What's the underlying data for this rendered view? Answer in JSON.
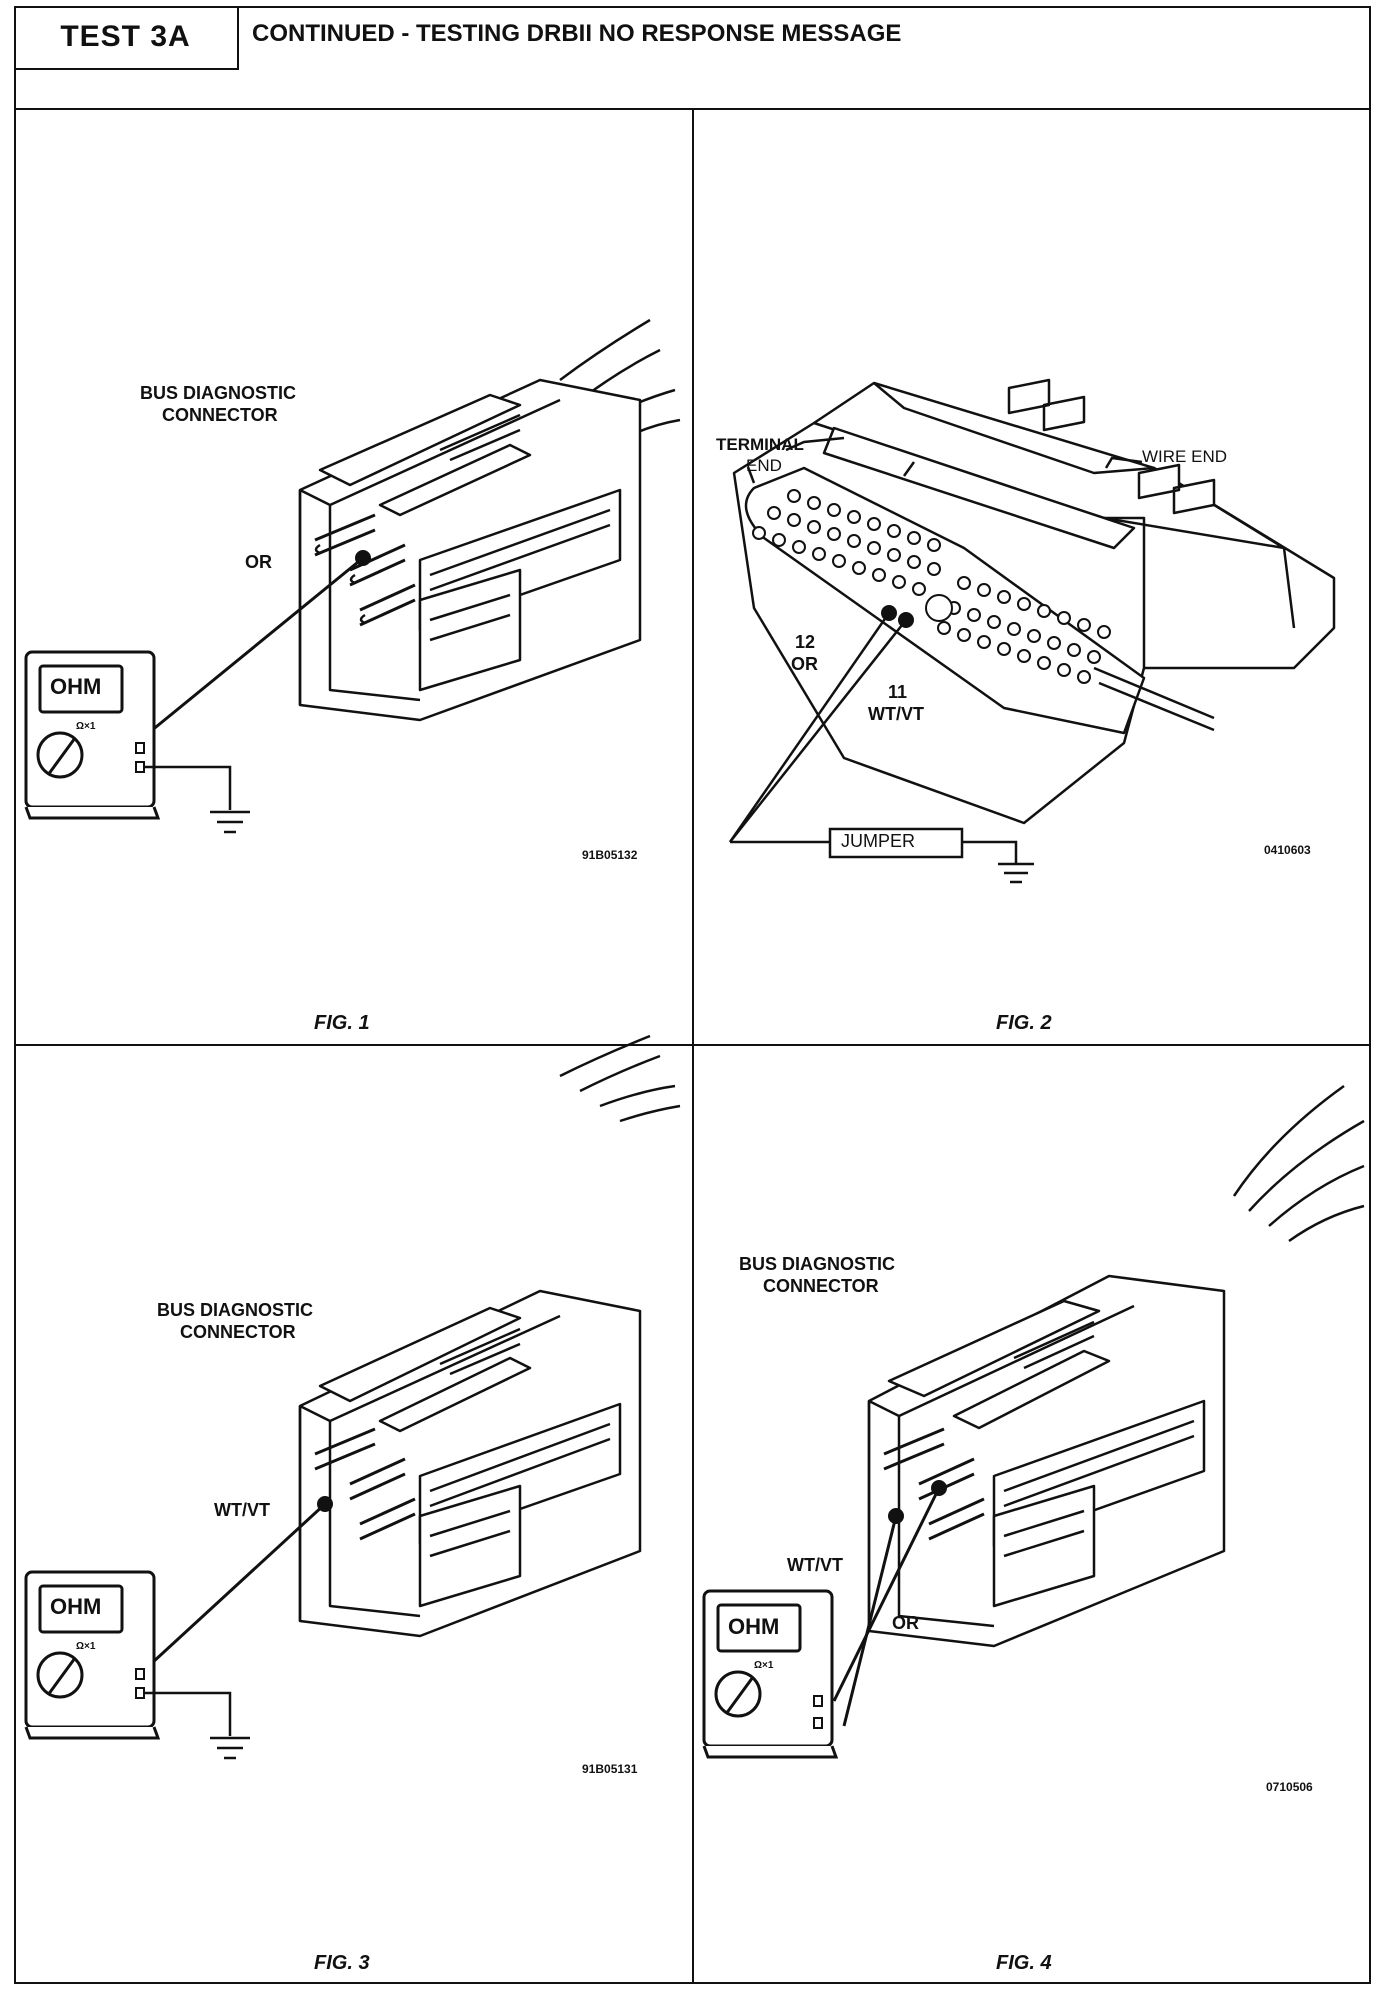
{
  "header": {
    "test_label": "TEST 3A",
    "title": "CONTINUED - TESTING DRBII NO RESPONSE MESSAGE"
  },
  "meter": {
    "display": "OHM",
    "range": "Ω×1"
  },
  "fig1": {
    "connector_label_1": "BUS DIAGNOSTIC",
    "connector_label_2": "CONNECTOR",
    "wire_label": "OR",
    "code": "91B05132",
    "caption": "FIG. 1"
  },
  "fig2": {
    "terminal_label_1": "TERMINAL",
    "terminal_label_2": "END",
    "wire_end_label": "WIRE END",
    "pin12_num": "12",
    "pin12_color": "OR",
    "pin11_num": "11",
    "pin11_color": "WT/VT",
    "jumper_label": "JUMPER",
    "code": "0410603",
    "caption": "FIG. 2"
  },
  "fig3": {
    "connector_label_1": "BUS DIAGNOSTIC",
    "connector_label_2": "CONNECTOR",
    "wire_label": "WT/VT",
    "code": "91B05131",
    "caption": "FIG. 3"
  },
  "fig4": {
    "connector_label_1": "BUS DIAGNOSTIC",
    "connector_label_2": "CONNECTOR",
    "wire_label_1": "WT/VT",
    "wire_label_2": "OR",
    "code": "0710506",
    "caption": "FIG. 4"
  }
}
